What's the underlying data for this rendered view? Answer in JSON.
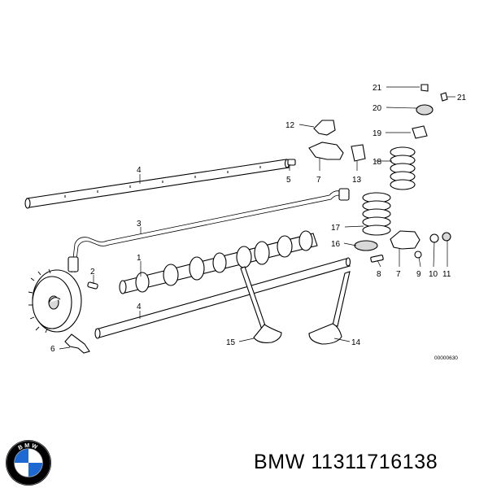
{
  "diagram": {
    "title": "Camshaft and valve train",
    "callouts": [
      "1",
      "2",
      "3",
      "4",
      "4",
      "5",
      "6",
      "7",
      "7",
      "8",
      "9",
      "10",
      "11",
      "12",
      "13",
      "14",
      "15",
      "16",
      "17",
      "18",
      "19",
      "20",
      "21",
      "21"
    ],
    "drawing_number": "00000630"
  },
  "logo": {
    "brand_text": "BMW",
    "icon": "bmw-roundel-icon",
    "colors": {
      "blue": "#1c69d4",
      "white": "#ffffff",
      "ring": "#000000"
    }
  },
  "caption": {
    "text": "BMW 11311716138"
  }
}
